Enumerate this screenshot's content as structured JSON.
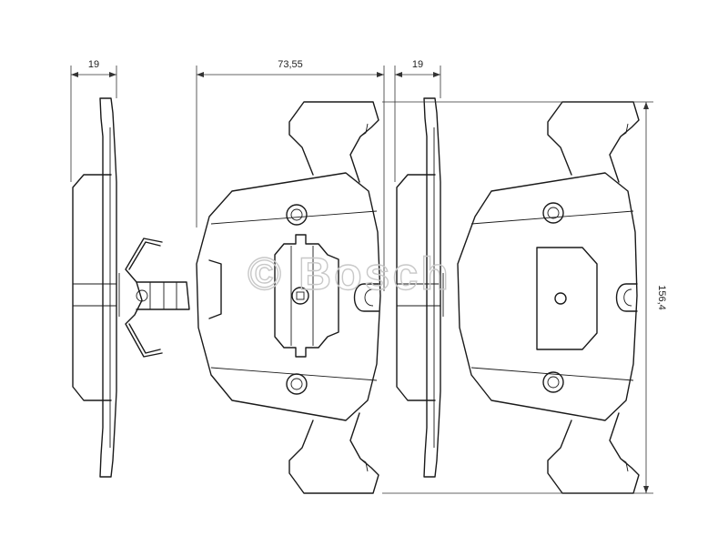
{
  "dimensions": {
    "side_left_thickness": "19",
    "pad_width": "73,55",
    "side_right_thickness": "19",
    "pad_height": "156,4"
  },
  "watermark": {
    "symbol": "©",
    "text": "Bosch"
  },
  "colors": {
    "line": "#1a1a1a",
    "watermark": "#c8c8c8",
    "background": "#ffffff"
  }
}
